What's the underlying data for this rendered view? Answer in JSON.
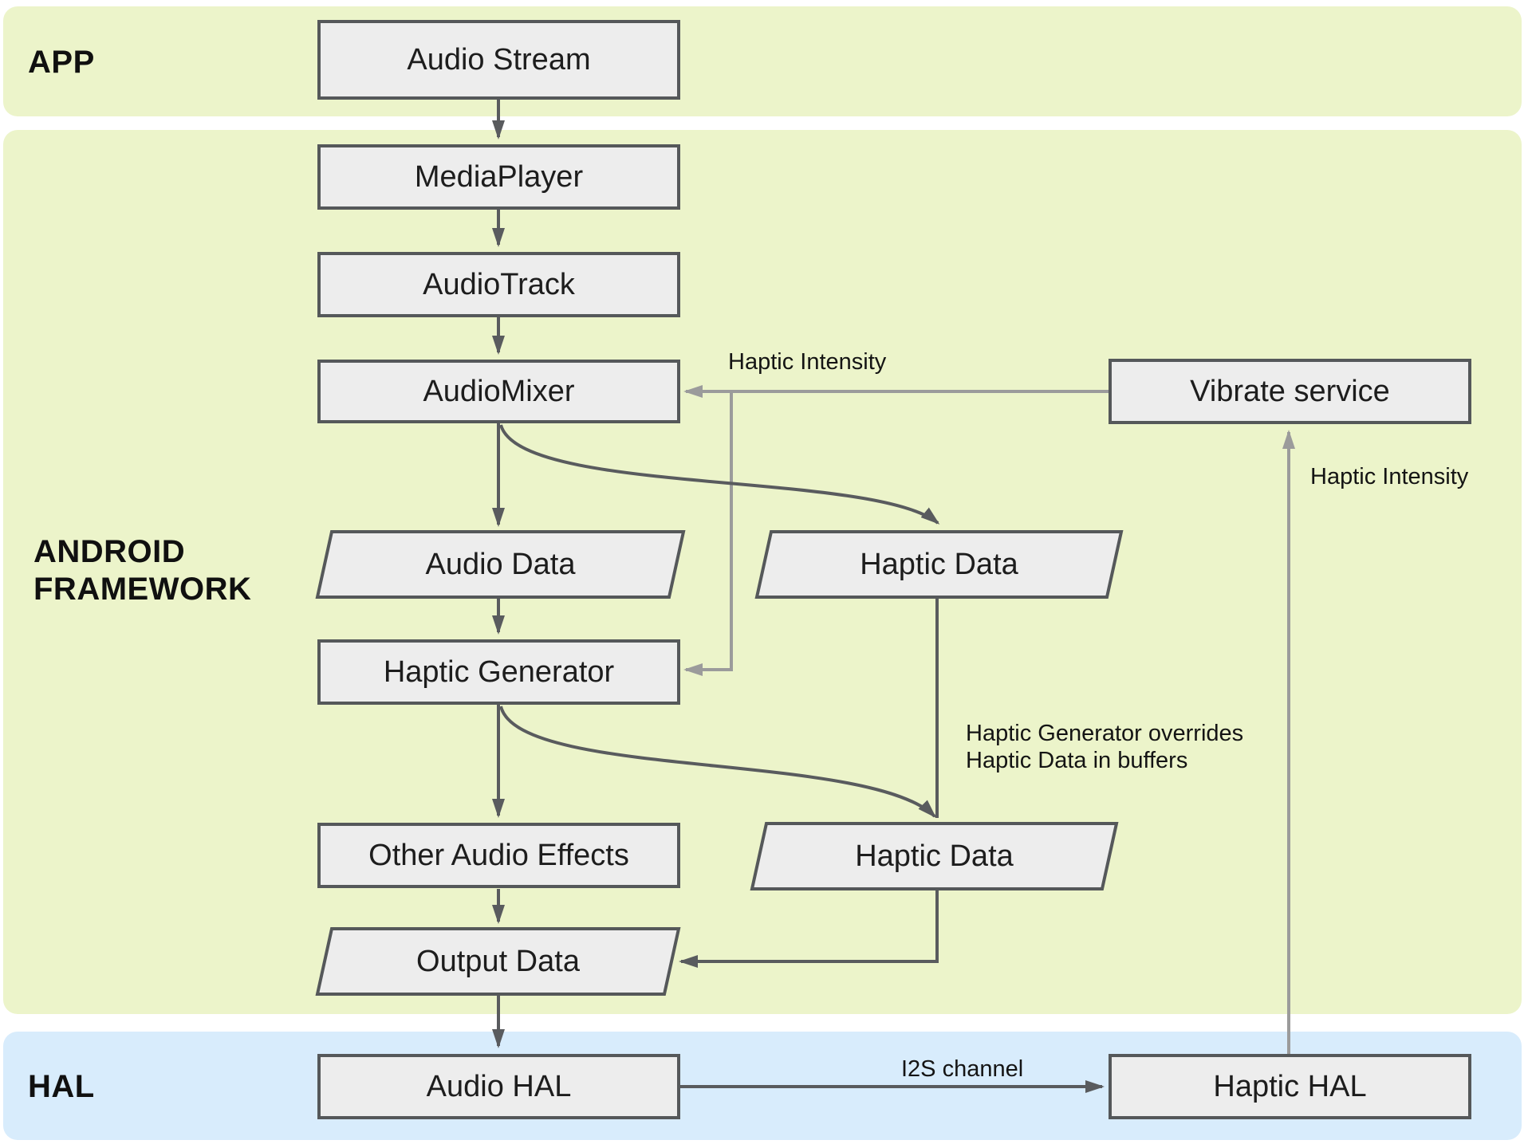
{
  "bands": {
    "app": {
      "label": "APP"
    },
    "framework": {
      "label": "ANDROID FRAMEWORK"
    },
    "hal": {
      "label": "HAL"
    }
  },
  "nodes": {
    "audio_stream": {
      "label": "Audio Stream",
      "shape": "rect",
      "band": "app"
    },
    "media_player": {
      "label": "MediaPlayer",
      "shape": "rect",
      "band": "framework"
    },
    "audio_track": {
      "label": "AudioTrack",
      "shape": "rect",
      "band": "framework"
    },
    "audio_mixer": {
      "label": "AudioMixer",
      "shape": "rect",
      "band": "framework"
    },
    "vibrate_service": {
      "label": "Vibrate service",
      "shape": "rect",
      "band": "framework"
    },
    "audio_data": {
      "label": "Audio Data",
      "shape": "parallelogram",
      "band": "framework"
    },
    "haptic_data_1": {
      "label": "Haptic Data",
      "shape": "parallelogram",
      "band": "framework"
    },
    "haptic_generator": {
      "label": "Haptic Generator",
      "shape": "rect",
      "band": "framework"
    },
    "other_audio_effects": {
      "label": "Other Audio Effects",
      "shape": "rect",
      "band": "framework"
    },
    "haptic_data_2": {
      "label": "Haptic Data",
      "shape": "parallelogram",
      "band": "framework"
    },
    "output_data": {
      "label": "Output Data",
      "shape": "parallelogram",
      "band": "framework"
    },
    "audio_hal": {
      "label": "Audio HAL",
      "shape": "rect",
      "band": "hal"
    },
    "haptic_hal": {
      "label": "Haptic HAL",
      "shape": "rect",
      "band": "hal"
    }
  },
  "edges": [
    {
      "from": "audio_stream",
      "to": "media_player",
      "style": "dark"
    },
    {
      "from": "media_player",
      "to": "audio_track",
      "style": "dark"
    },
    {
      "from": "audio_track",
      "to": "audio_mixer",
      "style": "dark"
    },
    {
      "from": "audio_mixer",
      "to": "audio_data",
      "style": "dark"
    },
    {
      "from": "audio_mixer",
      "to": "haptic_data_1",
      "style": "dark",
      "curved": true
    },
    {
      "from": "audio_data",
      "to": "haptic_generator",
      "style": "dark"
    },
    {
      "from": "haptic_generator",
      "to": "other_audio_effects",
      "style": "dark"
    },
    {
      "from": "haptic_generator",
      "to": "haptic_data_2",
      "style": "dark",
      "curved": true
    },
    {
      "from": "haptic_data_1",
      "to": "haptic_data_2",
      "style": "dark"
    },
    {
      "from": "other_audio_effects",
      "to": "output_data",
      "style": "dark"
    },
    {
      "from": "haptic_data_2",
      "to": "output_data",
      "style": "dark"
    },
    {
      "from": "output_data",
      "to": "audio_hal",
      "style": "dark"
    },
    {
      "from": "audio_hal",
      "to": "haptic_hal",
      "style": "dark",
      "label": "I2S channel"
    },
    {
      "from": "vibrate_service",
      "to": "audio_mixer",
      "style": "grey",
      "label": "Haptic Intensity"
    },
    {
      "from": "vibrate_service",
      "to": "haptic_generator",
      "style": "grey"
    },
    {
      "from": "haptic_hal",
      "to": "vibrate_service",
      "style": "grey",
      "label": "Haptic Intensity"
    }
  ],
  "annotations": {
    "haptic_intensity_top": "Haptic Intensity",
    "haptic_intensity_right": "Haptic Intensity",
    "override_note": "Haptic Generator overrides\nHaptic Data in buffers",
    "i2s_channel": "I2S channel"
  },
  "colors": {
    "band_green": "#ecf4ca",
    "band_blue": "#d8ecfc",
    "node_fill": "#ededed",
    "node_border": "#55585a",
    "edge_dark": "#595b5e",
    "edge_grey": "#9b9b9b"
  }
}
